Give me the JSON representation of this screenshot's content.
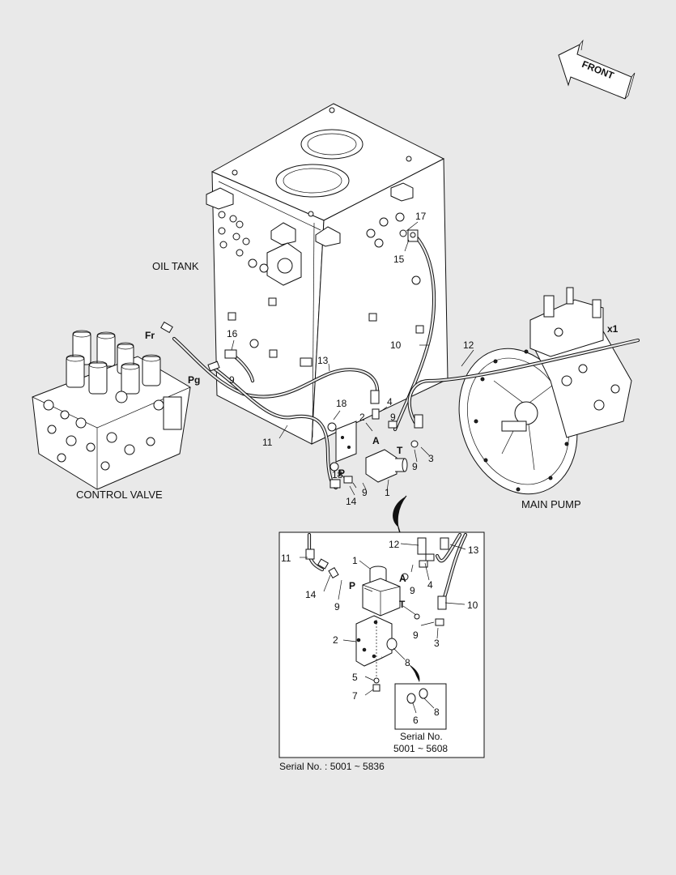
{
  "labels": {
    "front": "FRONT",
    "oil_tank": "OIL TANK",
    "control_valve": "CONTROL VALVE",
    "main_pump": "MAIN PUMP",
    "serial_bottom": "Serial No. : 5001 ~ 5836",
    "serial_inset_line1": "Serial No.",
    "serial_inset_line2": "5001 ~ 5608"
  },
  "port_labels": {
    "fr": "Fr",
    "pg": "Pg",
    "x1": "x1",
    "a": "A",
    "t": "T",
    "p": "P"
  },
  "callouts": {
    "n1": "1",
    "n2": "2",
    "n3": "3",
    "n4": "4",
    "n5": "5",
    "n6": "6",
    "n7": "7",
    "n8": "8",
    "n9": "9",
    "n10": "10",
    "n11": "11",
    "n12": "12",
    "n13": "13",
    "n14": "14",
    "n15": "15",
    "n16": "16",
    "n17": "17",
    "n18": "18"
  }
}
